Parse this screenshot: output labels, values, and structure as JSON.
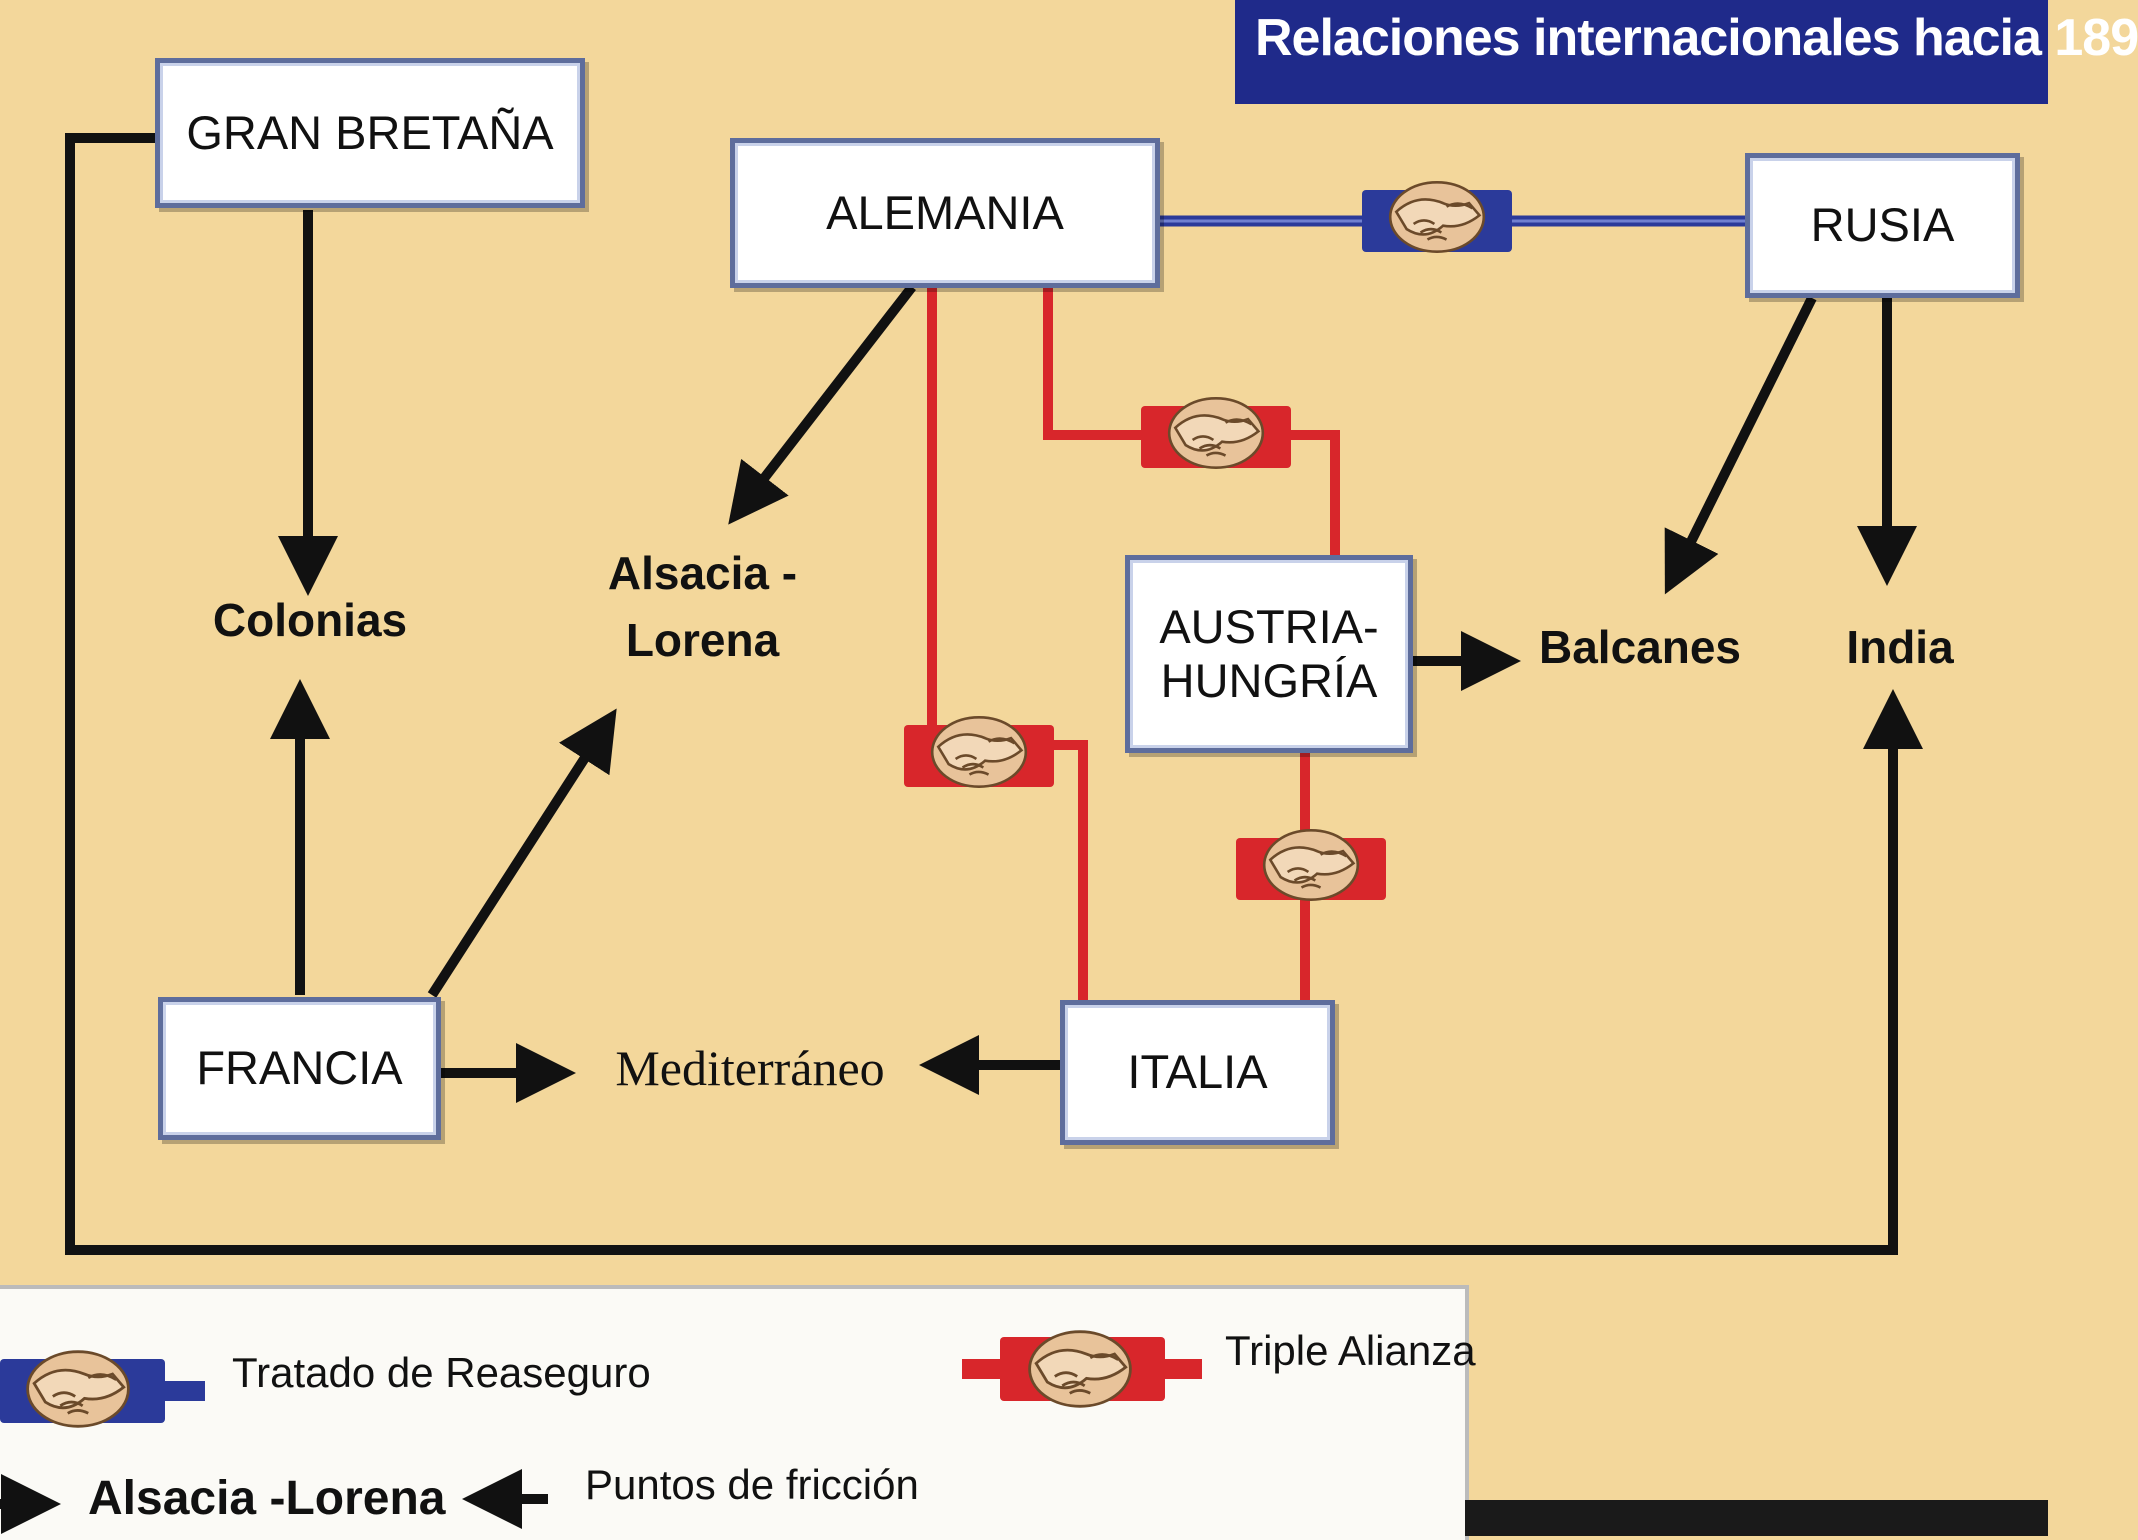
{
  "title": "Relaciones internacionales hacia 189",
  "countries": {
    "gran_bretana": "GRAN BRETAÑA",
    "alemania": "ALEMANIA",
    "rusia": "RUSIA",
    "austria_hungria_line1": "AUSTRIA-",
    "austria_hungria_line2": "HUNGRÍA",
    "francia": "FRANCIA",
    "italia": "ITALIA"
  },
  "targets": {
    "colonias": "Colonias",
    "alsacia_line1": "Alsacia -",
    "alsacia_line2": "Lorena",
    "balcanes": "Balcanes",
    "india": "India",
    "mediterraneo": "Mediterráneo"
  },
  "legend": {
    "reaseguro": "Tratado de Reaseguro",
    "triple_alianza": "Triple Alianza",
    "alsacia_lorena": "Alsacia -Lorena",
    "friccion": "Puntos de fricción"
  },
  "colors": {
    "background": "#f3d79b",
    "reaseguro_line": "#2b3a9a",
    "triple_alianza_line": "#d8262b",
    "arrow": "#111111",
    "title_bar": "#1f2a8a"
  },
  "icons": {
    "handshake": "handshake-icon",
    "arrow": "arrow-icon"
  }
}
